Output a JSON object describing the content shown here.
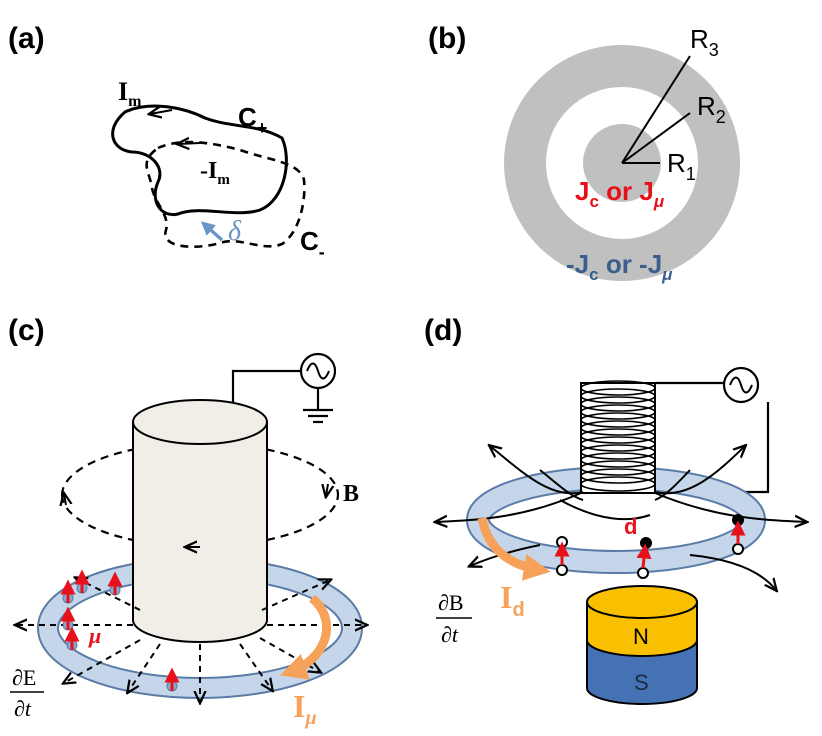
{
  "panel_a": {
    "label": "(a)",
    "current_label": "I",
    "current_sub": "m",
    "neg_current_label": "-I",
    "neg_current_sub": "m",
    "curve_plus_label": "C",
    "curve_plus_sub": "+",
    "curve_minus_label": "C",
    "curve_minus_sub": "-",
    "shift_label": "δ"
  },
  "panel_b": {
    "label": "(b)",
    "r3": "R",
    "r3_sub": "3",
    "r2": "R",
    "r2_sub": "2",
    "r1": "R",
    "r1_sub": "1",
    "inner_current_a": "J",
    "inner_current_a_sub": "c",
    "inner_or": " or J",
    "inner_current_b_sub": "μ",
    "outer_current_a": "-J",
    "outer_current_a_sub": "c",
    "outer_or": " or -J",
    "outer_current_b_sub": "μ"
  },
  "panel_c": {
    "label": "(c)",
    "field_label": "B",
    "moment_label": "μ",
    "current_label": "I",
    "current_sub": "μ",
    "deriv_num": "∂E",
    "deriv_den": "∂t"
  },
  "panel_d": {
    "label": "(d)",
    "dipole_label": "d",
    "current_label": "I",
    "current_sub": "d",
    "deriv_num": "∂B",
    "deriv_den": "∂t",
    "magnet_north": "N",
    "magnet_south": "S"
  },
  "colors": {
    "gray_ring": "#c0c0c0",
    "red": "#e8101a",
    "blue_label": "#3b5e8c",
    "light_blue_arrow": "#6a96c8",
    "orange": "#f6a25a",
    "torus_fill": "#c5d6ea",
    "torus_stroke": "#5a7ba6",
    "cylinder_fill": "#f0eee6",
    "magnet_n": "#f8c000",
    "magnet_s": "#4472b4"
  }
}
